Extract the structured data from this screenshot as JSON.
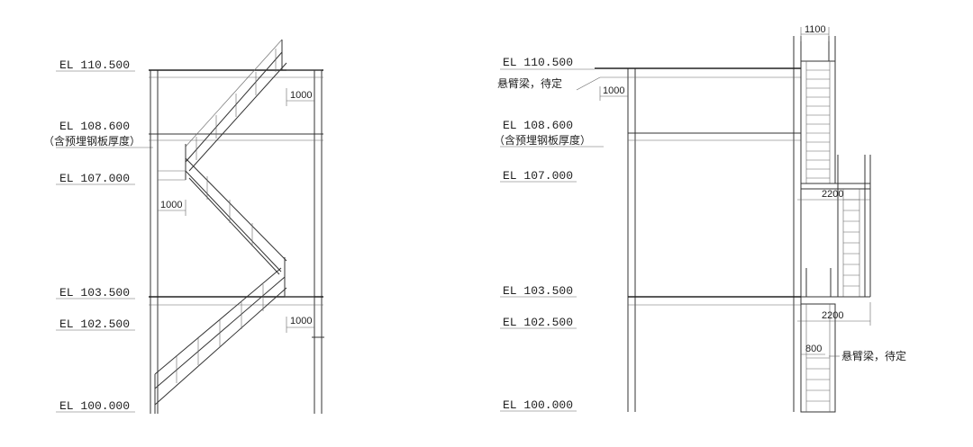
{
  "left_view": {
    "elevations": {
      "el110": "EL 110.500",
      "el108": "EL 108.600",
      "el108_note": "（含预埋钢板厚度）",
      "el107": "EL 107.000",
      "el103": "EL 103.500",
      "el102": "EL 102.500",
      "el100": "EL 100.000"
    },
    "dims": {
      "d1": "1000",
      "d2": "1000",
      "d3": "1000"
    }
  },
  "right_view": {
    "elevations": {
      "el110": "EL 110.500",
      "el108": "EL 108.600",
      "el108_note": "（含预埋钢板厚度）",
      "el107": "EL 107.000",
      "el103": "EL 103.500",
      "el102": "EL 102.500",
      "el100": "EL 100.000"
    },
    "notes": {
      "cantilever_top": "悬臂梁，待定",
      "cantilever_bottom": "悬臂梁，待定"
    },
    "dims": {
      "d1100": "1100",
      "d1000": "1000",
      "d2200a": "2200",
      "d2200b": "2200",
      "d800": "800"
    }
  }
}
